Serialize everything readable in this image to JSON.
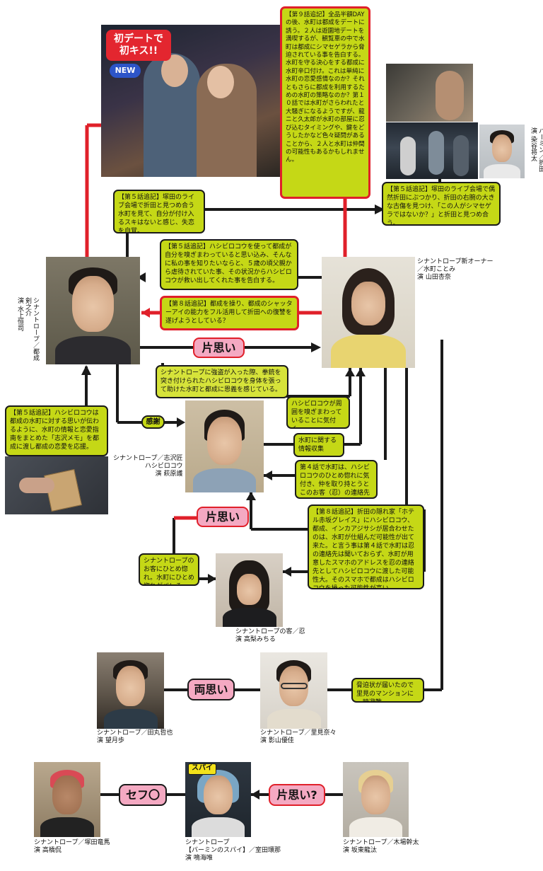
{
  "top_photo": {
    "badge_text": "初デートで\n初キス!!",
    "new_label": "NEW"
  },
  "notes": {
    "ep9": "【第９話追記】全品半額DAY の後、水町は都成をデートに誘う。２人は遊園地デートを満喫するが、観覧車の中で水町は都成にシマセゲラから脅迫されている事を告白する。水町を守る決心をする都成に水町辛口付け。これは単純に水町の恋愛感情なのか？それともさらに都成を利用するための水町の策略なのか？第１０話では水町がさらわれたと大騒ぎになるようですが、龍ニと久太郎が水町の部屋に忍び込むタイミングや、鍵をどうしたかなど色々疑問があることから、２人と水町は仲間の可能性もあるかもしれません。",
    "ep5_left": "【第５話追記】塚田のライブ会場で折田と見つめ合う水町を見て、自分が付け入るスキはないと感じ、失恋を自覚。",
    "ep5_right": "【第５話追記】塚田のライブ会場で偶然折田にぶつかり、折田の右腕の大きな古傷を見つけ、「この人がシマセゲラではないか？」と折田と見つめ合う。",
    "ep5_center": "【第５話追記】ハシビロコウを使って都成が自分を嗅ぎまわっていると思い込み、そんなに私の事を知りたいならと、５歳の頃父親から虐待されていた事、その状況からハシビロコウが救い出してくれた事を告白する。",
    "ep8_red": "【第８話追記】都成を操り、都成のシャッターアイの能力をフル活用して折田への復讐を遂げようとしている？",
    "robbery": "シナントロープに強盗が入った際、拳銃を突き付けられたハシビロコウを身体を張って助けた水町と都成に恩義を感じている。",
    "ep5_memo": "【第５話追記】ハシビロコウは都成の水町に対する思いが伝わるように、水町の情報と恋愛指南をまとめた「志沢メモ」を都成に渡し都成の恋愛を応援。",
    "sniffing": "ハシビロコウが周囲を嗅ぎまわっていることに気付く。",
    "info": "水町に関する情報収集",
    "ep4": "第４話で水町は、ハシビロコウのひとめ惚れに気付き、仲を取り持とうとこのお客（忍）の連絡先を聞いてハシビロコウに渡す。",
    "ep8_hotel": "【第８話追記】折田の隠れ家「ホテル赤坂グレイス」にハシビロコウ、都成、インカアジサシが居合わせたのは、水町が仕組んだ可能性が出て来た。と言う事は第４話で水町は忍の連絡先は聞いておらず、水町が用意したスマホのアドレスを忍の連絡先としてハシビロコウに渡した可能性大。そのスマホで都成はハシビロコウを操った可能性が高い。",
    "crush": "シナントロープのお客にひとめ惚れ。水町にひとめ惚れがバレる。",
    "threat": "脅迫状が届いたので里見のマンションに一時避難"
  },
  "captions": {
    "barmin": "バーミン／折田\n演 染谷将太",
    "mizumachi": "シナントロープ新オーナー\n／水町ことみ\n演 山田杏奈",
    "tonari": "シナントロープ／都成\n剣之介\n演 水上恒司",
    "hashibirokou": "シナントロープ／志沢匠\nハシビロコウ\n演 萩原護",
    "shinobu": "シナントロープの客／忍\n演 高梨みちる",
    "tamaru": "シナントロープ／田丸哲也\n演 望月歩",
    "satomi": "シナントロープ／里見奈々\n演 影山優佳",
    "tsukada": "シナントロープ／塚田竜馬\n演 高橋侃",
    "muroto": "シナントロープ\n【バーミンのスパイ】／室田環那\n演 鳴海唯",
    "kiba": "シナントロープ／木場幹太\n演 坂東龍汰"
  },
  "relations": {
    "kataomoi_1": "片思い",
    "kansha": "感謝",
    "kataomoi_2": "片思い",
    "ryoomoi": "両思い",
    "sefure": "セフ〇",
    "kataomoi_q": "片思い?",
    "spy": "スパイ"
  }
}
